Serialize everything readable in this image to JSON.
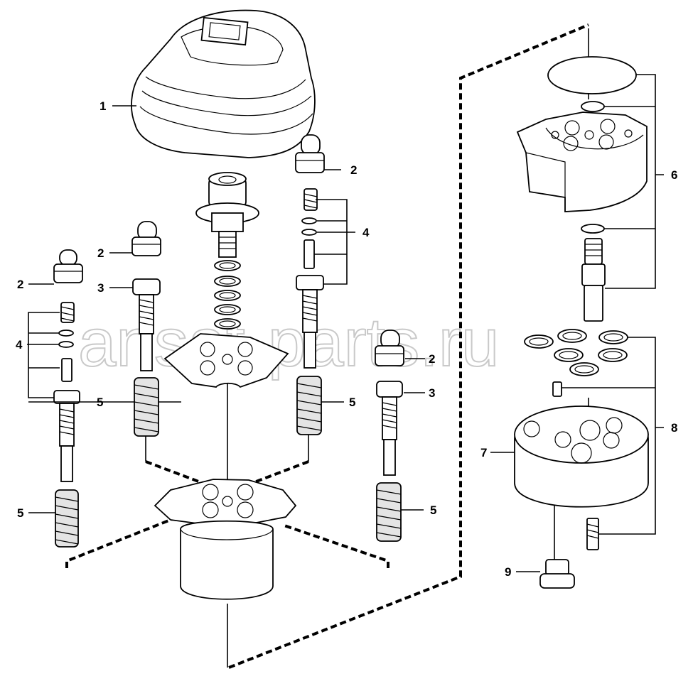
{
  "watermark": "ansat-parts.ru",
  "labels": {
    "l1": "1",
    "l2a": "2",
    "l2b": "2",
    "l2c": "2",
    "l2d": "2",
    "l3a": "3",
    "l3b": "3",
    "l4a": "4",
    "l4b": "4",
    "l5a": "5",
    "l5b": "5",
    "l5c": "5",
    "l5d": "5",
    "l6": "6",
    "l7": "7",
    "l8": "8",
    "l9": "9"
  }
}
